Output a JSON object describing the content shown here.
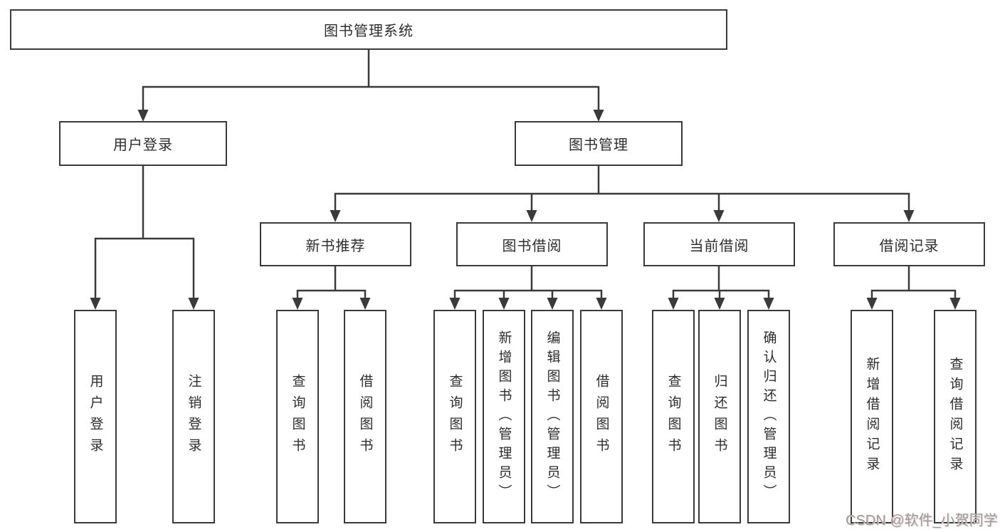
{
  "tree": {
    "root": {
      "label": "图书管理系统",
      "children": [
        {
          "label": "用户登录",
          "children": [
            {
              "label": "用户登录"
            },
            {
              "label": "注销登录"
            }
          ]
        },
        {
          "label": "图书管理",
          "children": [
            {
              "label": "新书推荐",
              "children": [
                {
                  "label": "查询图书"
                },
                {
                  "label": "借阅图书"
                }
              ]
            },
            {
              "label": "图书借阅",
              "children": [
                {
                  "label": "查询图书"
                },
                {
                  "label": "新增图书（管理员）"
                },
                {
                  "label": "编辑图书（管理员）"
                },
                {
                  "label": "借阅图书"
                }
              ]
            },
            {
              "label": "当前借阅",
              "children": [
                {
                  "label": "查询图书"
                },
                {
                  "label": "归还图书"
                },
                {
                  "label": "确认归还（管理员）"
                }
              ]
            },
            {
              "label": "借阅记录",
              "children": [
                {
                  "label": "新增借阅记录"
                },
                {
                  "label": "查询借阅记录"
                }
              ]
            }
          ]
        }
      ]
    }
  },
  "watermark": {
    "text": "CSDN @软件_小贺同学"
  },
  "colors": {
    "line": "#3a3a3a",
    "border": "#3a3a3a",
    "text": "#2d2d2d",
    "watermark": "#9d9d9d",
    "background": "#ffffff"
  }
}
